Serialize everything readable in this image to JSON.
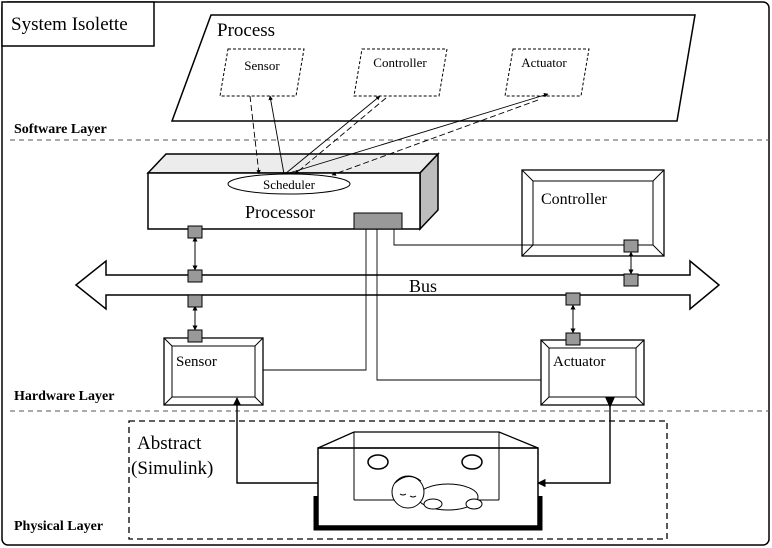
{
  "title": "System Isolette",
  "layers": {
    "software": "Software Layer",
    "hardware": "Hardware Layer",
    "physical": "Physical Layer"
  },
  "process": {
    "title": "Process",
    "sensor": "Sensor",
    "controller": "Controller",
    "actuator": "Actuator"
  },
  "hardware": {
    "scheduler": "Scheduler",
    "processor": "Processor",
    "controller": "Controller",
    "bus": "Bus",
    "sensor": "Sensor",
    "actuator": "Actuator"
  },
  "physical": {
    "abstract_line1": "Abstract",
    "abstract_line2": "(Simulink)"
  },
  "icons": {
    "baby": "sleeping-baby-icon",
    "isolette": "isolette-incubator-icon"
  }
}
